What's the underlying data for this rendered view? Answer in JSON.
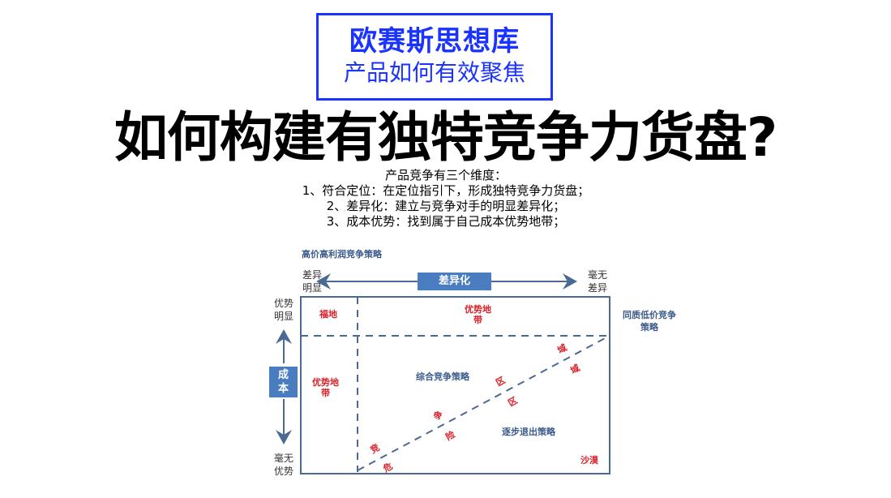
{
  "brand": {
    "title": "欧赛斯思想库",
    "subtitle": "产品如何有效聚焦"
  },
  "main_title": "如何构建有独特竞争力货盘?",
  "intro": {
    "heading": "产品竞争有三个维度：",
    "points": [
      "1、符合定位：在定位指引下，形成独特竞争力货盘；",
      "2、差异化：建立与竞争对手的明显差异化；",
      "3、成本优势：找到属于自己成本优势地带；"
    ]
  },
  "diagram": {
    "top_left_strategy": "高价高利润竞争策略",
    "x_axis": {
      "label": "差异化",
      "left": [
        "差异",
        "明显"
      ],
      "right": [
        "毫无",
        "差异"
      ]
    },
    "y_axis": {
      "label": [
        "成",
        "本"
      ],
      "top": [
        "优势",
        "明显"
      ],
      "bottom": [
        "毫无",
        "优势"
      ]
    },
    "right_strategy": [
      "同质低价竞争",
      "策略"
    ],
    "zones": {
      "blessed_land": "福地",
      "advantage_top": [
        "优势地",
        "带"
      ],
      "advantage_left": [
        "优势地",
        "带"
      ],
      "comprehensive": "综合竞争策略",
      "gradual_exit": "逐步退出策略",
      "desert": "沙漠"
    },
    "diagonal_above": [
      "竞",
      "争",
      "区",
      "域"
    ],
    "diagonal_below": [
      "危",
      "险",
      "区",
      "域"
    ],
    "colors": {
      "line": "#4a6a94",
      "badge": "#4a7dbf",
      "red": "#d9222a",
      "brand": "#1a33ff"
    }
  }
}
